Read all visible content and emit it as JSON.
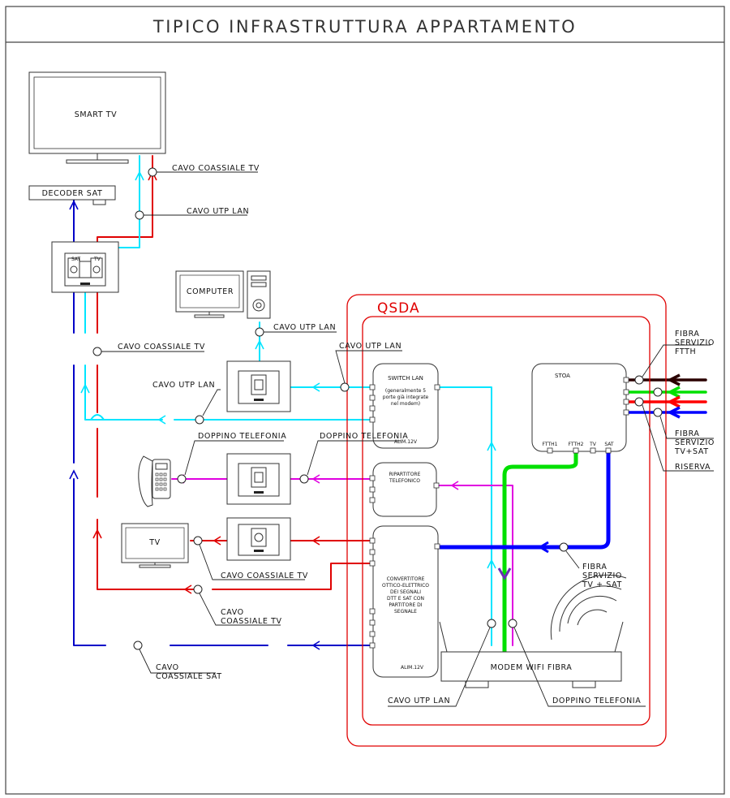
{
  "title": "TIPICO INFRASTRUTTURA APPARTAMENTO",
  "colors": {
    "coax_tv": "#e00000",
    "utp_lan": "#00e5ff",
    "coax_sat": "#0000c8",
    "phone": "#e000e0",
    "fiber_ftth": "#2a0000",
    "fiber_green": "#00e000",
    "fiber_red": "#ff0000",
    "fiber_blue": "#0000ff",
    "enclosure": "#e00000"
  },
  "devices": {
    "smart_tv": "SMART TV",
    "decoder": "DECODER SAT",
    "computer": "COMPUTER",
    "tv": "TV",
    "qsda": "QSDA",
    "switch_title": "SWITCH LAN",
    "switch_note1": "(generalmente 5",
    "switch_note2": "porte già integrate",
    "switch_note3": "nel modem)",
    "switch_power": "ALIM.12V",
    "splitter1": "RIPARTITORE",
    "splitter2": "TELEFONICO",
    "conv1": "CONVERTITORE",
    "conv2": "OTTICO-ELETTRICO",
    "conv3": "DEI SEGNALI",
    "conv4": "DTT E SAT CON",
    "conv5": "PARTITORE DI",
    "conv6": "SEGNALE",
    "conv_power": "ALIM.12V",
    "stoa": "STOA",
    "stoa_ports": [
      "FTTH1",
      "FTTH2",
      "TV",
      "SAT"
    ],
    "modem": "MODEM WIFI FIBRA",
    "socket_sat": "SAT",
    "socket_tv": "TV"
  },
  "labels": {
    "coax_tv_1": "CAVO COASSIALE TV",
    "utp_lan_1": "CAVO UTP LAN",
    "utp_lan_pc": "CAVO UTP LAN",
    "utp_lan_switch": "CAVO UTP LAN",
    "coax_tv_2": "CAVO COASSIALE TV",
    "utp_lan_2": "CAVO UTP LAN",
    "phone_1": "DOPPINO TELEFONIA",
    "phone_2": "DOPPINO TELEFONIA",
    "coax_tv_3": "CAVO COASSIALE TV",
    "coax_tv_4a": "CAVO",
    "coax_tv_4b": "COASSIALE TV",
    "coax_sat_a": "CAVO",
    "coax_sat_b": "COASSIALE SAT",
    "fiber_tvsat_a": "FIBRA",
    "fiber_tvsat_b": "SERVIZIO",
    "fiber_tvsat_c": "TV + SAT",
    "modem_utp": "CAVO UTP LAN",
    "modem_phone": "DOPPINO TELEFONIA",
    "fiber_ftth_a": "FIBRA",
    "fiber_ftth_b": "SERVIZIO",
    "fiber_ftth_c": "FTTH",
    "fiber_tvsat2_a": "FIBRA",
    "fiber_tvsat2_b": "SERVIZIO",
    "fiber_tvsat2_c": "TV+SAT",
    "riserva": "RISERVA"
  }
}
